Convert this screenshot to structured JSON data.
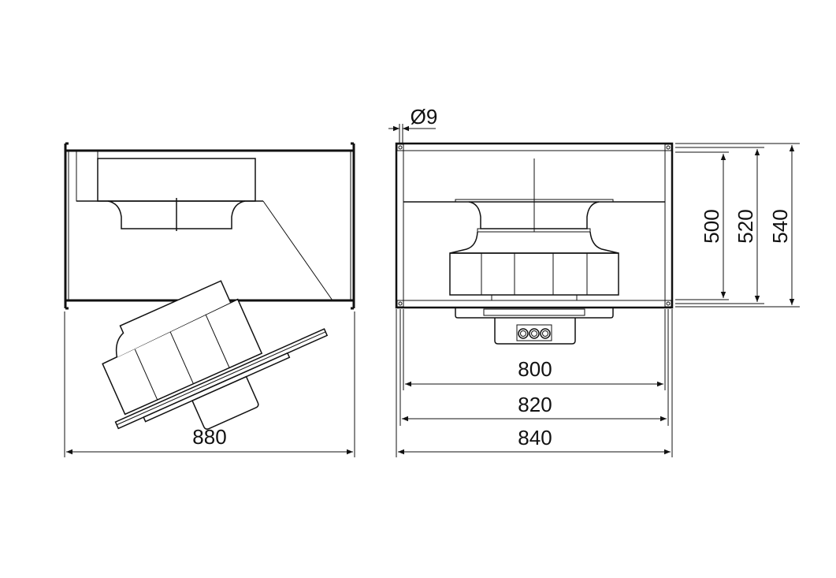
{
  "drawing": {
    "type": "technical dimensional drawing",
    "subject": "rectangular duct fan with hinged motor/impeller",
    "colors": {
      "line": "#111111",
      "background": "#ffffff"
    },
    "side_view": {
      "dimensions": {
        "overall_length": "880"
      }
    },
    "front_view": {
      "dimensions": {
        "hole_diameter": "Ø9",
        "inner_width": "800",
        "hole_spacing_width": "820",
        "outer_width": "840",
        "inner_height": "500",
        "hole_spacing_height": "520",
        "outer_height": "540"
      },
      "terminal_box": {
        "cable_glands": 3
      }
    }
  }
}
